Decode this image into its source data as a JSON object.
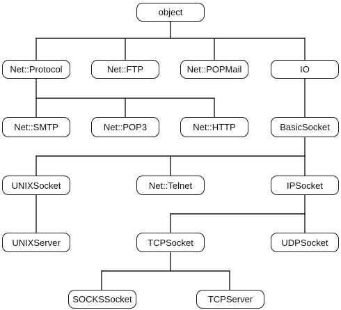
{
  "nodes": {
    "object": "object",
    "net_protocol": "Net::Protocol",
    "net_ftp": "Net::FTP",
    "net_popmail": "Net::POPMail",
    "io": "IO",
    "net_smtp": "Net::SMTP",
    "net_pop3": "Net::POP3",
    "net_http": "Net::HTTP",
    "basicsocket": "BasicSocket",
    "unixsocket": "UNIXSocket",
    "net_telnet": "Net::Telnet",
    "ipsocket": "IPSocket",
    "unixserver": "UNIXServer",
    "tcpsocket": "TCPSocket",
    "udpsocket": "UDPSocket",
    "sockssocket": "SOCKSSocket",
    "tcpserver": "TCPServer"
  },
  "edges": [
    {
      "from": "object",
      "to": "net_protocol"
    },
    {
      "from": "object",
      "to": "net_ftp"
    },
    {
      "from": "object",
      "to": "net_popmail"
    },
    {
      "from": "object",
      "to": "io"
    },
    {
      "from": "net_protocol",
      "to": "net_smtp"
    },
    {
      "from": "net_protocol",
      "to": "net_pop3"
    },
    {
      "from": "net_protocol",
      "to": "net_http"
    },
    {
      "from": "io",
      "to": "basicsocket"
    },
    {
      "from": "basicsocket",
      "to": "unixsocket"
    },
    {
      "from": "basicsocket",
      "to": "net_telnet"
    },
    {
      "from": "basicsocket",
      "to": "ipsocket"
    },
    {
      "from": "unixsocket",
      "to": "unixserver"
    },
    {
      "from": "ipsocket",
      "to": "tcpsocket"
    },
    {
      "from": "ipsocket",
      "to": "udpsocket"
    },
    {
      "from": "tcpsocket",
      "to": "sockssocket"
    },
    {
      "from": "tcpsocket",
      "to": "tcpserver"
    }
  ]
}
